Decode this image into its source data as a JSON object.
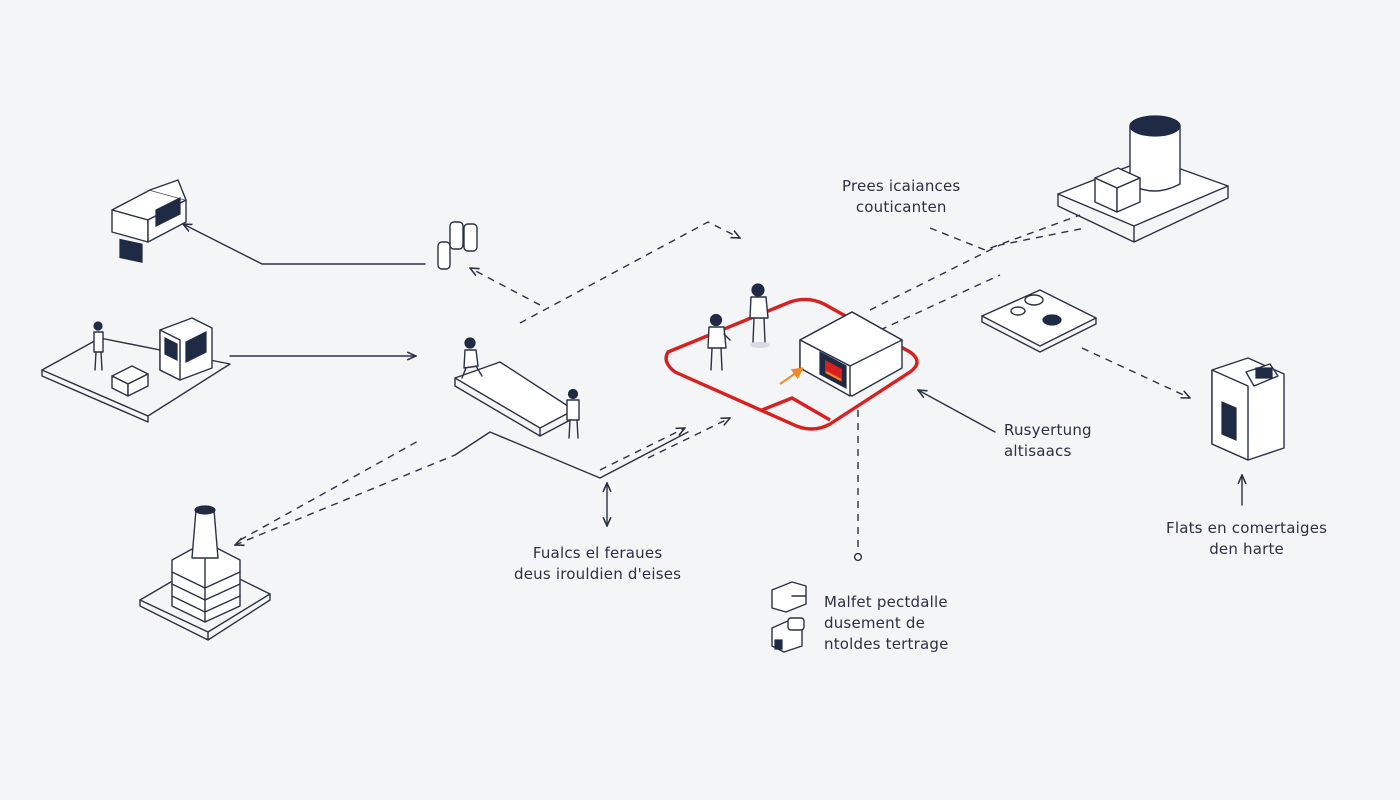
{
  "labels": {
    "top_center": {
      "line1": "Prees icaiances",
      "line2": "couticanten"
    },
    "right_mid": {
      "line1": "Rusyertung",
      "line2": "altisaacs"
    },
    "right_far": {
      "line1": "Flats en comertaiges",
      "line2": "den harte"
    },
    "bottom_center": {
      "line1": "Fualcs el feraues",
      "line2": "deus irouldien d'eises"
    },
    "bottom_right": {
      "line1": "Malfet pectdalle",
      "line2": "dusement de",
      "line3": "ntoldes tertrage"
    }
  },
  "colors": {
    "ink": "#2a3142",
    "accent": "#d92020",
    "background": "#f4f5f7",
    "dark_fill": "#1f2a44"
  }
}
